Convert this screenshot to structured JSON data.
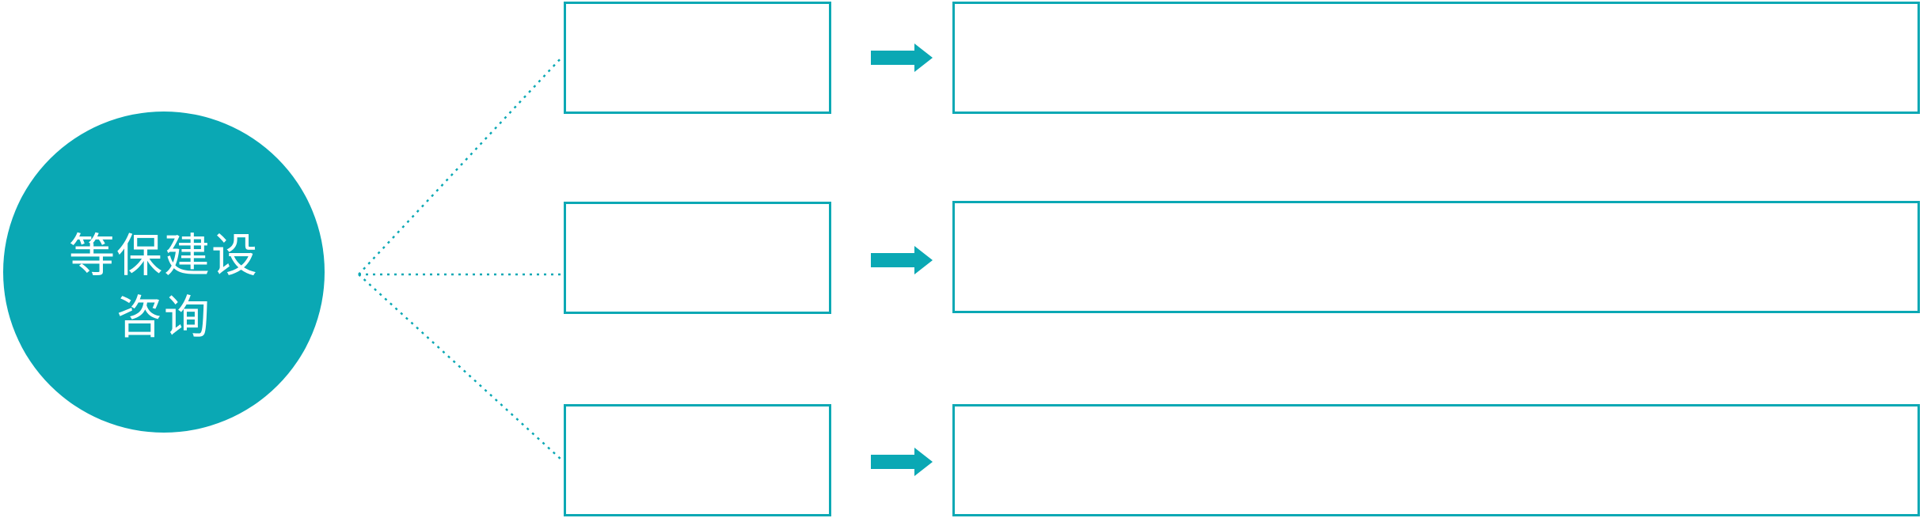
{
  "diagram": {
    "accent_color": "#0aa8b4",
    "background_color": "#ffffff",
    "circle": {
      "label_line1": "等保建设",
      "label_line2": "咨询",
      "text_color": "#ffffff"
    },
    "rows": [
      {
        "small_box_text": "",
        "large_box_text": ""
      },
      {
        "small_box_text": "",
        "large_box_text": ""
      },
      {
        "small_box_text": "",
        "large_box_text": ""
      }
    ],
    "connectors": {
      "line_style": "dotted",
      "arrow_icon": "right-arrow-icon"
    }
  }
}
